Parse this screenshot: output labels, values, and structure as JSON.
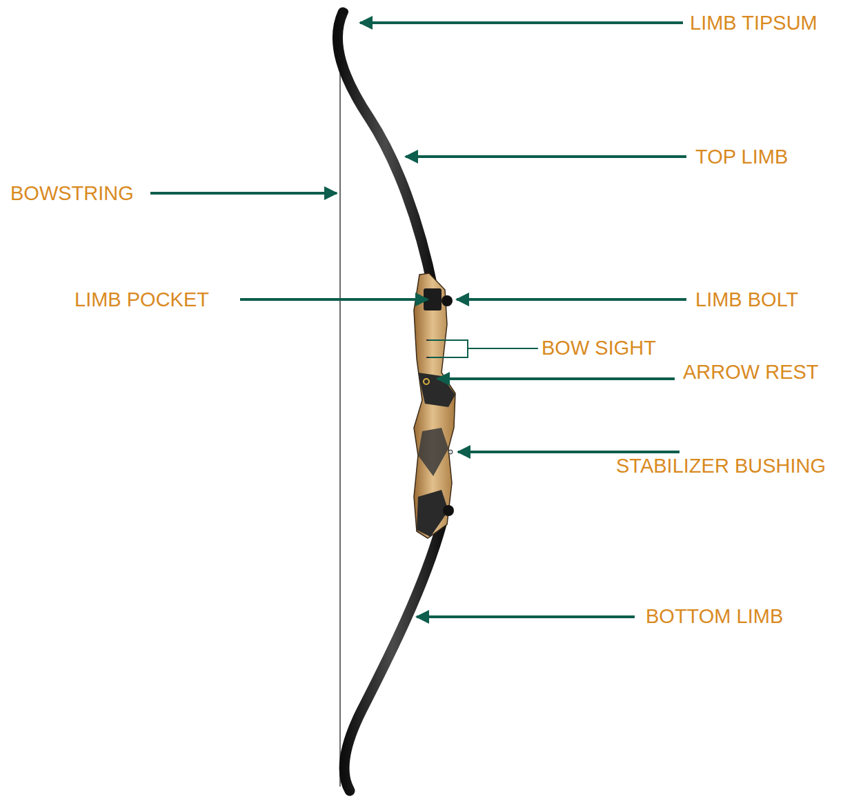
{
  "diagram": {
    "labels": [
      "LIMB TIPSUM",
      "TOP LIMB",
      "BOWSTRING",
      "LIMB POCKET",
      "LIMB BOLT",
      "BOW SIGHT",
      "ARROW REST",
      "STABILIZER BUSHING",
      "BOTTOM LIMB"
    ]
  }
}
